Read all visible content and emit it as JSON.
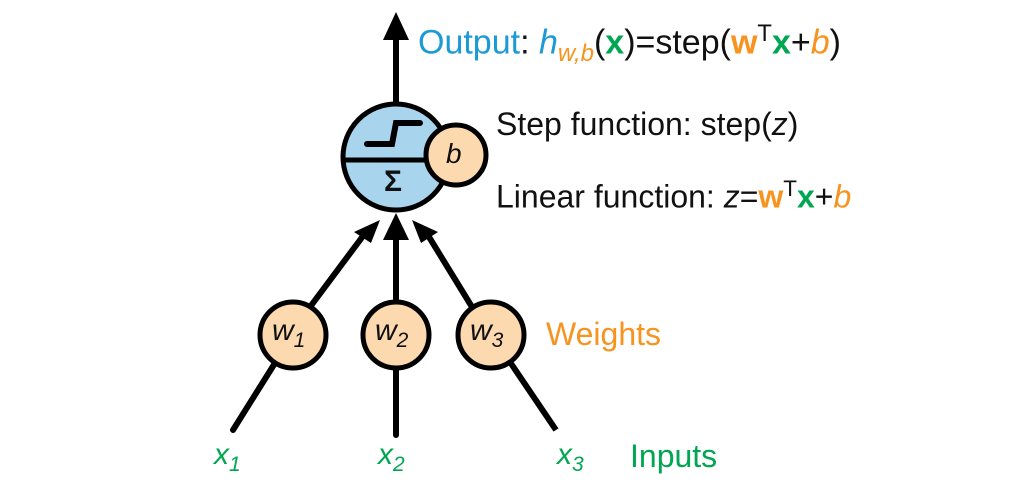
{
  "colors": {
    "neuron_fill": "#a9d4ee",
    "weight_fill": "#fdd9b0",
    "output_text": "#1b9ad6",
    "weight_text": "#f7931e",
    "input_text": "#00a651",
    "line": "#000000"
  },
  "output": {
    "label": "Output",
    "colon": ":",
    "h": "h",
    "h_sub": "w,b",
    "open": "(",
    "x": "x",
    "eq_step_open": ")=step(",
    "w": "w",
    "T": "T",
    "x2": "x",
    "plus": "+",
    "b": "b",
    "close": ")"
  },
  "step_function": {
    "label": "Step function: step(",
    "z": "z",
    "close": ")"
  },
  "linear_function": {
    "label": "Linear function: ",
    "z": "z",
    "eq": "=",
    "w": "w",
    "T": "T",
    "x": "x",
    "plus": "+",
    "b": "b"
  },
  "neuron": {
    "sigma": "Σ",
    "bias": "b"
  },
  "weights": {
    "label": "Weights",
    "items": [
      {
        "sym": "w",
        "sub": "1"
      },
      {
        "sym": "w",
        "sub": "2"
      },
      {
        "sym": "w",
        "sub": "3"
      }
    ]
  },
  "inputs": {
    "label": "Inputs",
    "items": [
      {
        "sym": "x",
        "sub": "1"
      },
      {
        "sym": "x",
        "sub": "2"
      },
      {
        "sym": "x",
        "sub": "3"
      }
    ]
  }
}
